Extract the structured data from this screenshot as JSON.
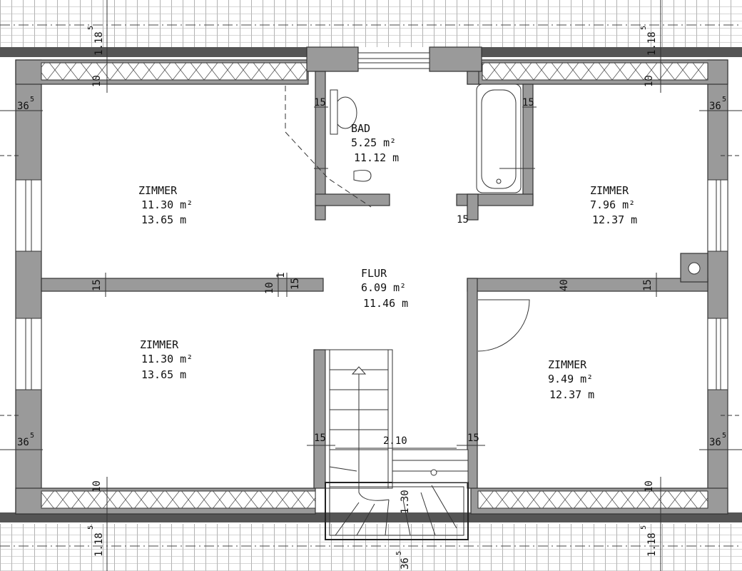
{
  "rooms": [
    {
      "name": "ZIMMER",
      "area": "11.30  m²",
      "perimeter": "13.65  m"
    },
    {
      "name": "BAD",
      "area": "5.25  m²",
      "perimeter": "11.12  m"
    },
    {
      "name": "ZIMMER",
      "area": "7.96  m²",
      "perimeter": "12.37  m"
    },
    {
      "name": "FLUR",
      "area": "6.09  m²",
      "perimeter": "11.46  m"
    },
    {
      "name": "ZIMMER",
      "area": "11.30  m²",
      "perimeter": "13.65  m"
    },
    {
      "name": "ZIMMER",
      "area": "9.49  m²",
      "perimeter": "12.37  m"
    }
  ],
  "dimensions": {
    "roof_overhang": "1.18",
    "roof_overhang_sup": "5",
    "outer_wall": "36",
    "outer_wall_sup": "5",
    "insulation": "10",
    "partition": "15",
    "partition_thin": "10",
    "partition_small": "1",
    "partition_40": "40",
    "stair_width": "2.10",
    "stair_depth": "1.30"
  }
}
